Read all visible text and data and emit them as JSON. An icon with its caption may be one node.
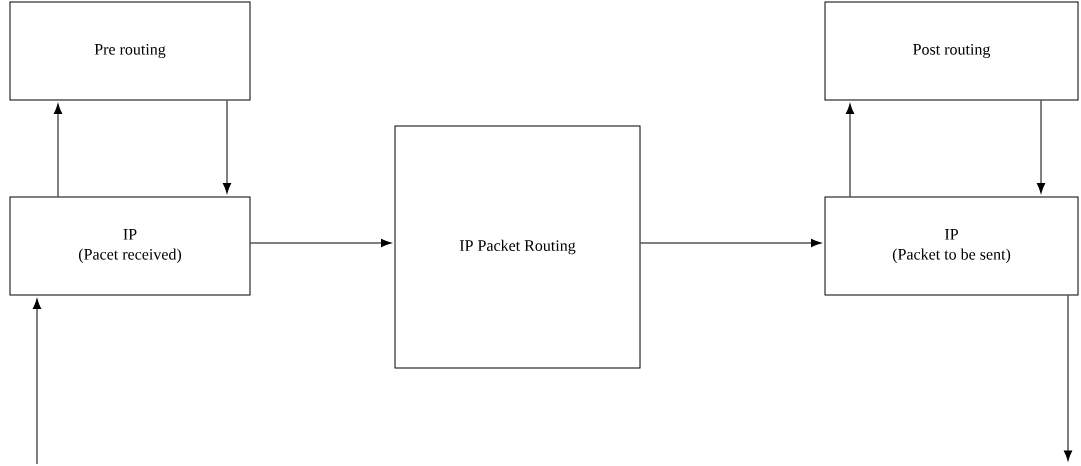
{
  "diagram": {
    "nodes": [
      {
        "text": [
          "Pre routing"
        ]
      },
      {
        "text": [
          "IP",
          "(Pacet received)"
        ]
      },
      {
        "text": [
          "IP Packet Routing"
        ]
      },
      {
        "text": [
          "Post routing"
        ]
      },
      {
        "text": [
          "IP",
          "(Packet to be sent)"
        ]
      }
    ],
    "edges": [
      {
        "from": null,
        "to": 1,
        "arrow": "to"
      },
      {
        "from": 1,
        "to": 0,
        "arrow": "to"
      },
      {
        "from": 0,
        "to": 1,
        "arrow": "to"
      },
      {
        "from": 1,
        "to": 2,
        "arrow": "to"
      },
      {
        "from": 2,
        "to": 4,
        "arrow": "to"
      },
      {
        "from": 4,
        "to": 3,
        "arrow": "to"
      },
      {
        "from": 3,
        "to": 4,
        "arrow": "to"
      },
      {
        "from": 4,
        "to": null,
        "arrow": "to"
      }
    ]
  }
}
